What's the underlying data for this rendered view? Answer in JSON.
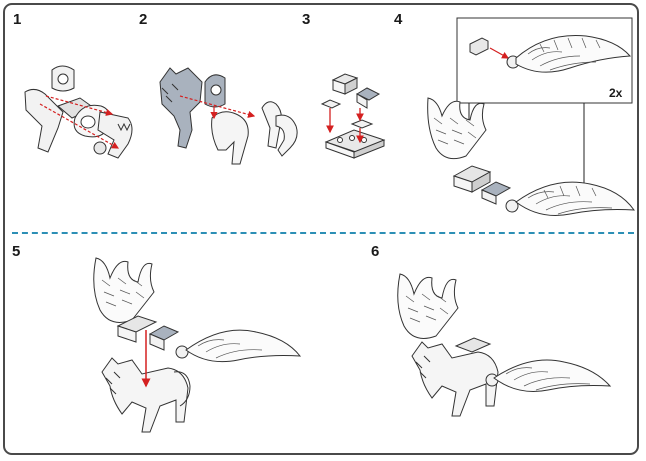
{
  "steps": [
    {
      "number": "1"
    },
    {
      "number": "2"
    },
    {
      "number": "3"
    },
    {
      "number": "4"
    },
    {
      "number": "5"
    },
    {
      "number": "6"
    }
  ],
  "callout": {
    "multiplier": "2x"
  },
  "colors": {
    "frame": "#4a4a4a",
    "divider": "#2c8fb5",
    "arrow": "#d42020",
    "piece_light": "#f2f2f2",
    "piece_mid": "#d8d8d8",
    "piece_dark": "#a9b2be",
    "outline": "#333333"
  },
  "icons": [
    "red-arrow-icon",
    "wing-icon",
    "horse-icon",
    "brick-icon"
  ]
}
